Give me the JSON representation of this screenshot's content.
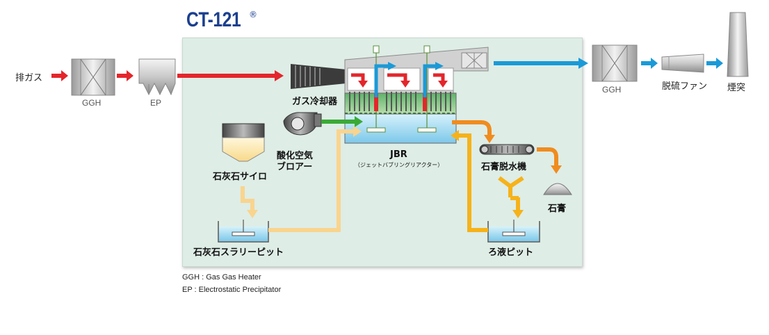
{
  "title": "CT-121",
  "title_mark": "®",
  "labels": {
    "inlet_gas": "排ガス",
    "ggh_left": "GGH",
    "ep": "EP",
    "gas_cooler": "ガス冷却器",
    "blower_line1": "酸化空気",
    "blower_line2": "ブロアー",
    "limestone_silo": "石灰石サイロ",
    "jbr": "JBR",
    "jbr_sub": "（ジェットバブリングリアクター）",
    "gypsum_dewaterer": "石膏脱水機",
    "gypsum": "石膏",
    "slurry_pit": "石灰石スラリーピット",
    "filtrate_pit": "ろ液ピット",
    "ggh_right": "GGH",
    "desulf_fan": "脱硫ファン",
    "stack": "煙突"
  },
  "legend": [
    "GGH : Gas Gas Heater",
    "EP : Electrostatic Precipitator"
  ],
  "colors": {
    "title": "#1b3f8f",
    "panel": "#deede6",
    "flue_gas": "#e3262b",
    "clean_gas": "#1a9ad8",
    "air": "#3aaa35",
    "limestone": "#f9d48e",
    "gypsum": "#f08c1e",
    "filtrate": "#f6b21a"
  }
}
